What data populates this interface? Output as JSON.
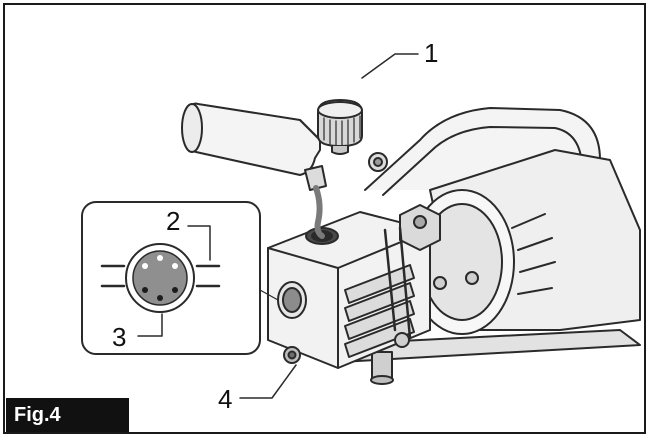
{
  "figure": {
    "label": "Fig.4"
  },
  "callouts": {
    "c1": "1",
    "c2": "2",
    "c3": "3",
    "c4": "4"
  },
  "colors": {
    "outline": "#2a2a2a",
    "body_fill": "#f2f2f2",
    "shade": "#bdbdbd",
    "badge_bg": "#111111"
  }
}
